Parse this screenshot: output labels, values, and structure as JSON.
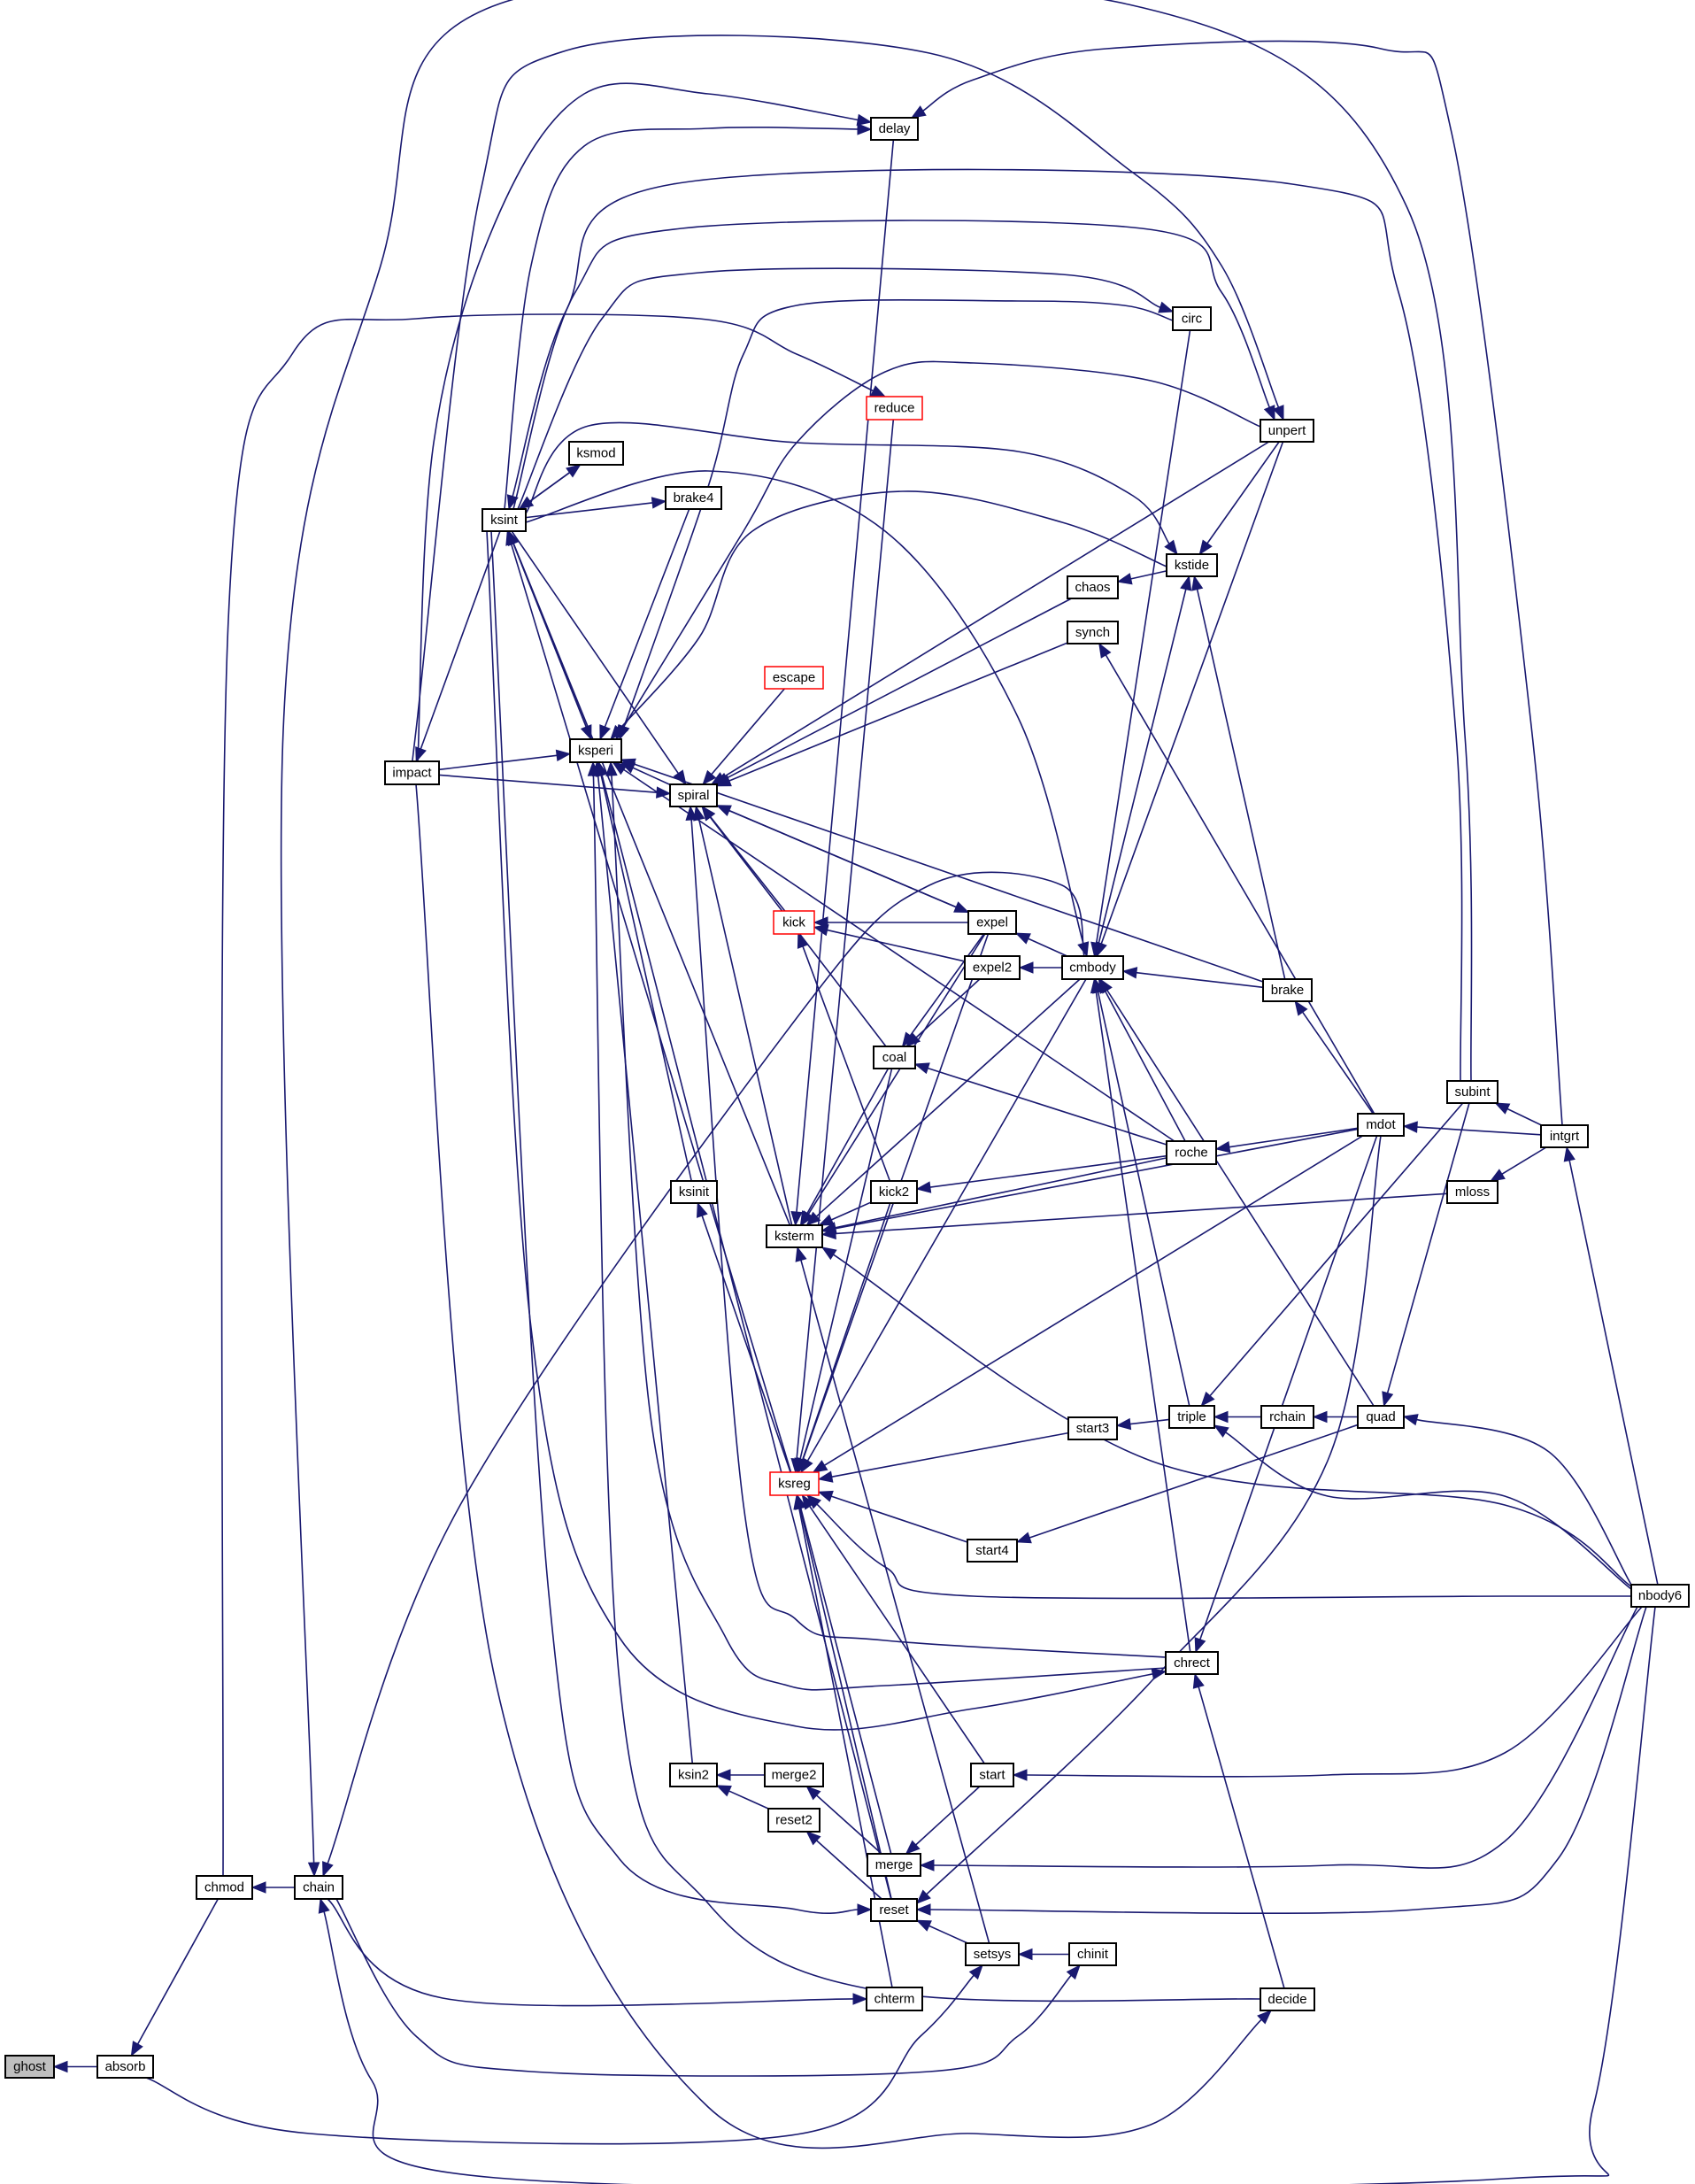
{
  "colors": {
    "edge": "#191970",
    "node_border": "#000000",
    "highlight_border": "#ff0000",
    "focus_fill": "#bfbfbf"
  },
  "nodes": [
    {
      "id": "ghost",
      "label": "ghost",
      "style": "focus"
    },
    {
      "id": "absorb",
      "label": "absorb"
    },
    {
      "id": "chmod",
      "label": "chmod"
    },
    {
      "id": "chain",
      "label": "chain"
    },
    {
      "id": "impact",
      "label": "impact"
    },
    {
      "id": "ksint",
      "label": "ksint"
    },
    {
      "id": "ksmod",
      "label": "ksmod"
    },
    {
      "id": "brake4",
      "label": "brake4"
    },
    {
      "id": "ksperi",
      "label": "ksperi"
    },
    {
      "id": "spiral",
      "label": "spiral"
    },
    {
      "id": "delay",
      "label": "delay"
    },
    {
      "id": "reduce",
      "label": "reduce",
      "style": "red"
    },
    {
      "id": "circ",
      "label": "circ"
    },
    {
      "id": "unpert",
      "label": "unpert"
    },
    {
      "id": "kstide",
      "label": "kstide"
    },
    {
      "id": "chaos",
      "label": "chaos"
    },
    {
      "id": "synch",
      "label": "synch"
    },
    {
      "id": "escape",
      "label": "escape",
      "style": "red"
    },
    {
      "id": "kick",
      "label": "kick",
      "style": "red"
    },
    {
      "id": "expel",
      "label": "expel"
    },
    {
      "id": "expel2",
      "label": "expel2"
    },
    {
      "id": "cmbody",
      "label": "cmbody"
    },
    {
      "id": "brake",
      "label": "brake"
    },
    {
      "id": "coal",
      "label": "coal"
    },
    {
      "id": "roche",
      "label": "roche"
    },
    {
      "id": "mdot",
      "label": "mdot"
    },
    {
      "id": "subint",
      "label": "subint"
    },
    {
      "id": "intgrt",
      "label": "intgrt"
    },
    {
      "id": "mloss",
      "label": "mloss"
    },
    {
      "id": "ksinit",
      "label": "ksinit"
    },
    {
      "id": "kick2",
      "label": "kick2"
    },
    {
      "id": "ksterm",
      "label": "ksterm"
    },
    {
      "id": "start3",
      "label": "start3"
    },
    {
      "id": "triple",
      "label": "triple"
    },
    {
      "id": "rchain",
      "label": "rchain"
    },
    {
      "id": "quad",
      "label": "quad"
    },
    {
      "id": "ksreg",
      "label": "ksreg",
      "style": "red"
    },
    {
      "id": "start4",
      "label": "start4"
    },
    {
      "id": "nbody6",
      "label": "nbody6"
    },
    {
      "id": "chrect",
      "label": "chrect"
    },
    {
      "id": "ksin2",
      "label": "ksin2"
    },
    {
      "id": "merge2",
      "label": "merge2"
    },
    {
      "id": "start",
      "label": "start"
    },
    {
      "id": "reset2",
      "label": "reset2"
    },
    {
      "id": "merge",
      "label": "merge"
    },
    {
      "id": "reset",
      "label": "reset"
    },
    {
      "id": "setsys",
      "label": "setsys"
    },
    {
      "id": "chinit",
      "label": "chinit"
    },
    {
      "id": "chterm",
      "label": "chterm"
    },
    {
      "id": "decide",
      "label": "decide"
    }
  ],
  "edges": [
    [
      "absorb",
      "ghost"
    ],
    [
      "chmod",
      "absorb"
    ],
    [
      "chain",
      "chmod"
    ],
    [
      "absorb",
      "setsys"
    ],
    [
      "chmod",
      "reduce"
    ],
    [
      "subint",
      "chain"
    ],
    [
      "intgrt",
      "delay"
    ],
    [
      "impact",
      "unpert"
    ],
    [
      "impact",
      "delay"
    ],
    [
      "ksint",
      "delay"
    ],
    [
      "subint",
      "ksint"
    ],
    [
      "ksint",
      "unpert"
    ],
    [
      "ksint",
      "circ"
    ],
    [
      "circ",
      "ksperi"
    ],
    [
      "unpert",
      "ksperi"
    ],
    [
      "ksint",
      "kstide"
    ],
    [
      "ksint",
      "cmbody"
    ],
    [
      "kstide",
      "ksperi"
    ],
    [
      "nbody6",
      "chain"
    ],
    [
      "chain",
      "chinit"
    ],
    [
      "chain",
      "chterm"
    ],
    [
      "nbody6",
      "reset"
    ],
    [
      "ksint",
      "reset"
    ],
    [
      "nbody6",
      "merge"
    ],
    [
      "nbody6",
      "start"
    ],
    [
      "nbody6",
      "ksreg"
    ],
    [
      "nbody6",
      "triple"
    ],
    [
      "nbody6",
      "quad"
    ],
    [
      "nbody6",
      "ksterm"
    ],
    [
      "chrect",
      "spiral"
    ],
    [
      "chrect",
      "ksperi"
    ],
    [
      "ksint",
      "chrect"
    ],
    [
      "cmbody",
      "chain"
    ],
    [
      "mdot",
      "reset"
    ],
    [
      "decide",
      "ksperi"
    ],
    [
      "impact",
      "decide"
    ],
    [
      "ksint",
      "impact"
    ],
    [
      "impact",
      "ksperi"
    ],
    [
      "impact",
      "spiral"
    ],
    [
      "ksint",
      "ksmod"
    ],
    [
      "ksmod",
      "ksint"
    ],
    [
      "ksint",
      "brake4"
    ],
    [
      "brake4",
      "ksperi"
    ],
    [
      "ksint",
      "ksperi"
    ],
    [
      "ksperi",
      "ksint"
    ],
    [
      "ksint",
      "spiral"
    ],
    [
      "ksterm",
      "ksint"
    ],
    [
      "ksreg",
      "ksint"
    ],
    [
      "spiral",
      "ksperi"
    ],
    [
      "chaos",
      "spiral"
    ],
    [
      "synch",
      "spiral"
    ],
    [
      "escape",
      "spiral"
    ],
    [
      "unpert",
      "spiral"
    ],
    [
      "expel",
      "spiral"
    ],
    [
      "kick",
      "spiral"
    ],
    [
      "coal",
      "spiral"
    ],
    [
      "ksterm",
      "spiral"
    ],
    [
      "spiral",
      "expel"
    ],
    [
      "expel",
      "kick"
    ],
    [
      "expel2",
      "kick"
    ],
    [
      "kick2",
      "kick"
    ],
    [
      "cmbody",
      "expel"
    ],
    [
      "cmbody",
      "expel2"
    ],
    [
      "brake",
      "cmbody"
    ],
    [
      "roche",
      "cmbody"
    ],
    [
      "quad",
      "cmbody"
    ],
    [
      "triple",
      "cmbody"
    ],
    [
      "chrect",
      "cmbody"
    ],
    [
      "circ",
      "cmbody"
    ],
    [
      "unpert",
      "cmbody"
    ],
    [
      "cmbody",
      "kstide"
    ],
    [
      "unpert",
      "kstide"
    ],
    [
      "kstide",
      "chaos"
    ],
    [
      "brake",
      "kstide"
    ],
    [
      "mdot",
      "synch"
    ],
    [
      "mdot",
      "brake"
    ],
    [
      "mdot",
      "roche"
    ],
    [
      "roche",
      "kick2"
    ],
    [
      "expel",
      "coal"
    ],
    [
      "expel2",
      "coal"
    ],
    [
      "roche",
      "coal"
    ],
    [
      "delay",
      "ksterm"
    ],
    [
      "coal",
      "ksterm"
    ],
    [
      "expel",
      "ksterm"
    ],
    [
      "cmbody",
      "ksterm"
    ],
    [
      "kick2",
      "ksterm"
    ],
    [
      "roche",
      "ksterm"
    ],
    [
      "mdot",
      "ksterm"
    ],
    [
      "mloss",
      "ksterm"
    ],
    [
      "setsys",
      "ksterm"
    ],
    [
      "ksreg",
      "ksinit"
    ],
    [
      "expel",
      "ksreg"
    ],
    [
      "coal",
      "ksreg"
    ],
    [
      "kick2",
      "ksreg"
    ],
    [
      "cmbody",
      "ksreg"
    ],
    [
      "mdot",
      "ksreg"
    ],
    [
      "start3",
      "ksreg"
    ],
    [
      "start4",
      "ksreg"
    ],
    [
      "start",
      "ksreg"
    ],
    [
      "merge",
      "ksreg"
    ],
    [
      "reset",
      "ksreg"
    ],
    [
      "chterm",
      "ksreg"
    ],
    [
      "reduce",
      "ksreg"
    ],
    [
      "intgrt",
      "mdot"
    ],
    [
      "intgrt",
      "subint"
    ],
    [
      "intgrt",
      "mloss"
    ],
    [
      "nbody6",
      "intgrt"
    ],
    [
      "subint",
      "quad"
    ],
    [
      "subint",
      "triple"
    ],
    [
      "quad",
      "rchain"
    ],
    [
      "rchain",
      "triple"
    ],
    [
      "triple",
      "start3"
    ],
    [
      "quad",
      "start4"
    ],
    [
      "mdot",
      "chrect"
    ],
    [
      "decide",
      "chrect"
    ],
    [
      "start",
      "merge"
    ],
    [
      "merge",
      "merge2"
    ],
    [
      "merge2",
      "ksin2"
    ],
    [
      "reset2",
      "ksin2"
    ],
    [
      "reset",
      "reset2"
    ],
    [
      "setsys",
      "reset"
    ],
    [
      "chinit",
      "setsys"
    ],
    [
      "ksin2",
      "ksperi"
    ],
    [
      "brake",
      "ksperi"
    ],
    [
      "roche",
      "ksperi"
    ],
    [
      "ksinit",
      "ksperi"
    ],
    [
      "reset",
      "ksperi"
    ]
  ]
}
